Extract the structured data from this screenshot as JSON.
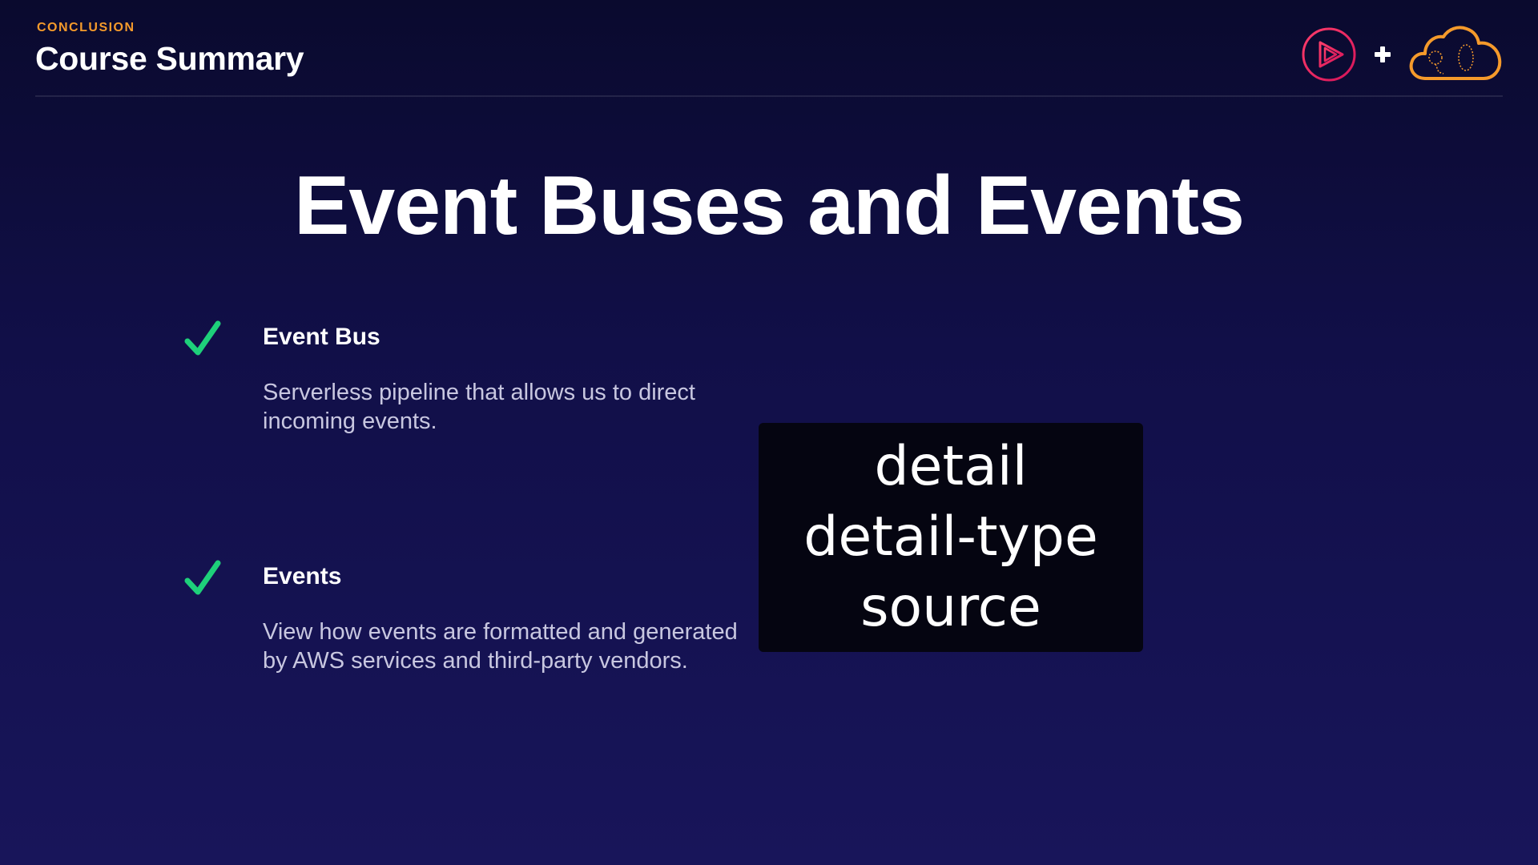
{
  "header": {
    "eyebrow": "CONCLUSION",
    "title": "Course Summary",
    "logos": {
      "play_icon": "pluralsight-play-icon",
      "plus_symbol": "plus-icon",
      "cloud_icon": "aws-cloud-icon"
    }
  },
  "slide": {
    "title": "Event Buses and Events",
    "items": [
      {
        "icon": "checkmark-icon",
        "heading": "Event Bus",
        "description": "Serverless pipeline that allows us to direct incoming events."
      },
      {
        "icon": "checkmark-icon",
        "heading": "Events",
        "description": "View how events are formatted and generated by AWS services and third-party vendors."
      }
    ],
    "code_box": {
      "lines": [
        "detail",
        "detail-type",
        "source"
      ]
    }
  },
  "colors": {
    "background_top": "#0a0a2e",
    "background_bottom": "#18155a",
    "accent_orange": "#f59a2b",
    "check_green": "#1ed07a",
    "play_red": "#e8195e"
  }
}
